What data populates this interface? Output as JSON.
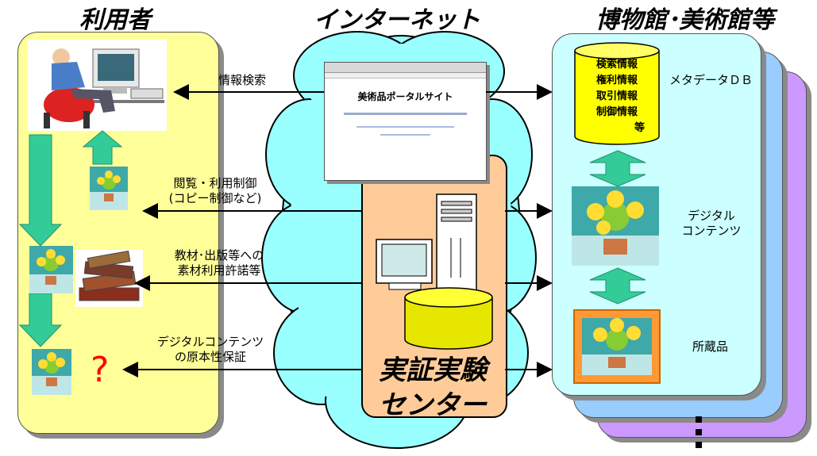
{
  "titles": {
    "user": "利用者",
    "internet": "インターネット",
    "museum": "博物館･美術館等"
  },
  "portal": {
    "site_title": "美術品ポータルサイト"
  },
  "center": {
    "line1": "実証実験",
    "line2": "センター"
  },
  "database": {
    "lines": [
      "検索情報",
      "権利情報",
      "取引情報",
      "制御情報",
      "等"
    ]
  },
  "museum_labels": {
    "metadata": "メタデータＤＢ",
    "digital_line1": "デジタル",
    "digital_line2": "コンテンツ",
    "collection": "所蔵品"
  },
  "arrows": {
    "search": "情報検索",
    "control_line1": "閲覧・利用制御",
    "control_line2": "(コピー制御など)",
    "license_line1": "教材･出版等への",
    "license_line2": "素材利用許諾等",
    "auth_line1": "デジタルコンテンツ",
    "auth_line2": "の原本性保証"
  },
  "question_mark": "?",
  "colors": {
    "user_panel": "#ffff99",
    "museum_panel": "#ccffff",
    "panel_back1": "#99ccff",
    "panel_back2": "#cc99ff",
    "cloud": "#99ffff",
    "center": "#ffcc99",
    "green_arrow": "#33cc99",
    "db_cylinder": "#ffff00",
    "question": "#ff0000"
  }
}
